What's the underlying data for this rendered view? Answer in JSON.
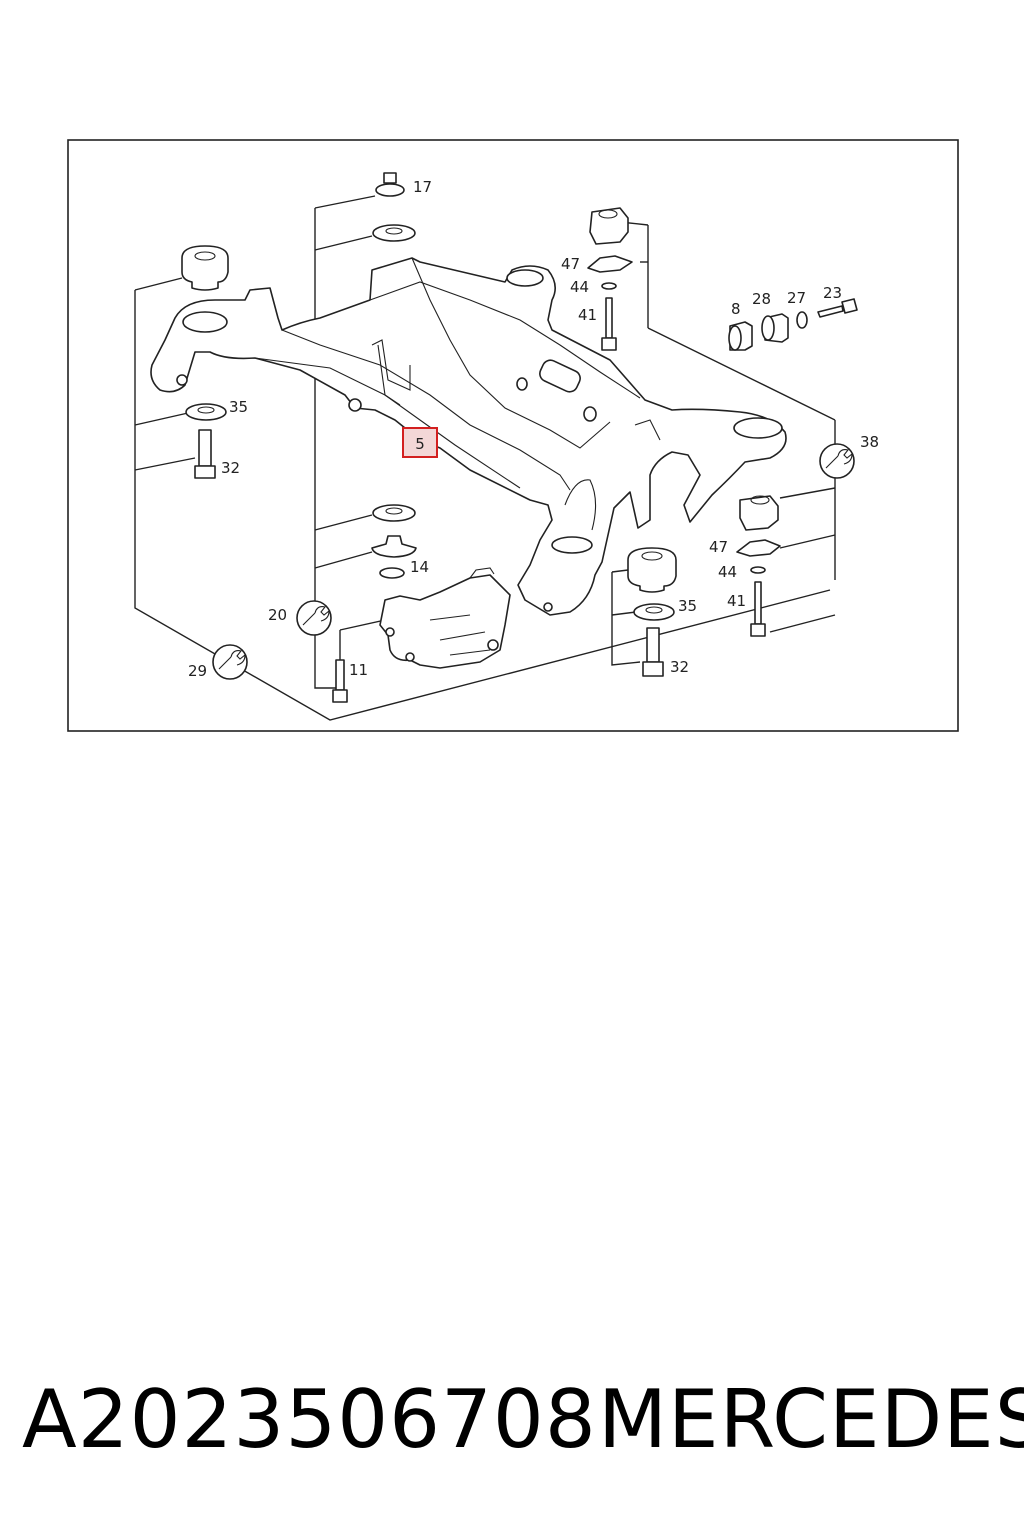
{
  "diagram": {
    "highlight_label": "5",
    "labels": {
      "p17": "17",
      "p47a": "47",
      "p44a": "44",
      "p41a": "41",
      "p8": "8",
      "p28": "28",
      "p27": "27",
      "p23": "23",
      "p35a": "35",
      "p32a": "32",
      "p38": "38",
      "p14": "14",
      "p20": "20",
      "p29": "29",
      "p11": "11",
      "p47b": "47",
      "p44b": "44",
      "p41b": "41",
      "p35b": "35",
      "p32b": "32"
    }
  },
  "caption": {
    "part_number": "A2023506708",
    "brand": "MERCEDES"
  }
}
